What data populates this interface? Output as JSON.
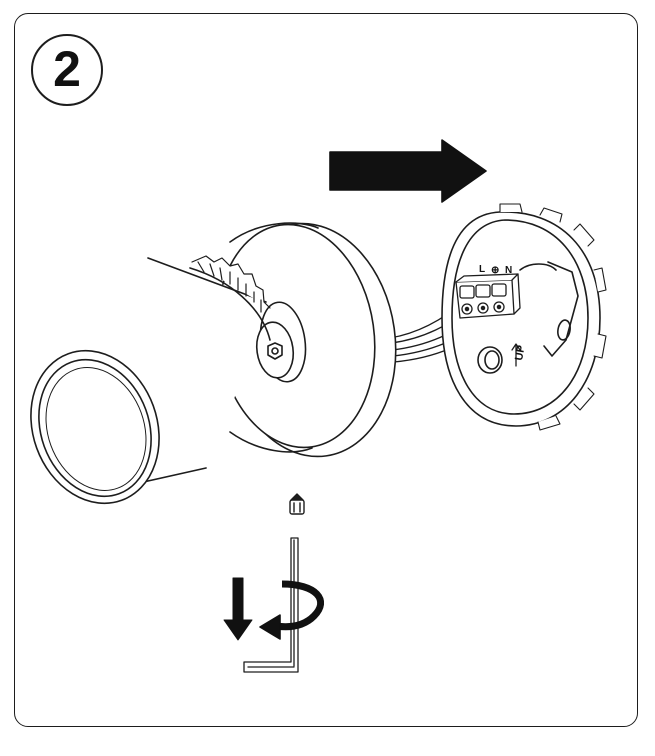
{
  "step": {
    "number": "2"
  },
  "terminal": {
    "live": "L",
    "earth": "⊕",
    "neutral": "N"
  },
  "mount": {
    "orientation_label": "UP"
  },
  "colors": {
    "stroke": "#1d1d1d",
    "fill": "#ffffff",
    "arrow": "#111111"
  },
  "icons": {
    "direction_arrow": "arrow-right-icon",
    "down_arrow": "arrow-down-icon",
    "rotate_arrow": "rotate-icon",
    "grub_screw": "grub-screw-icon",
    "allen_key": "allen-key-icon"
  }
}
